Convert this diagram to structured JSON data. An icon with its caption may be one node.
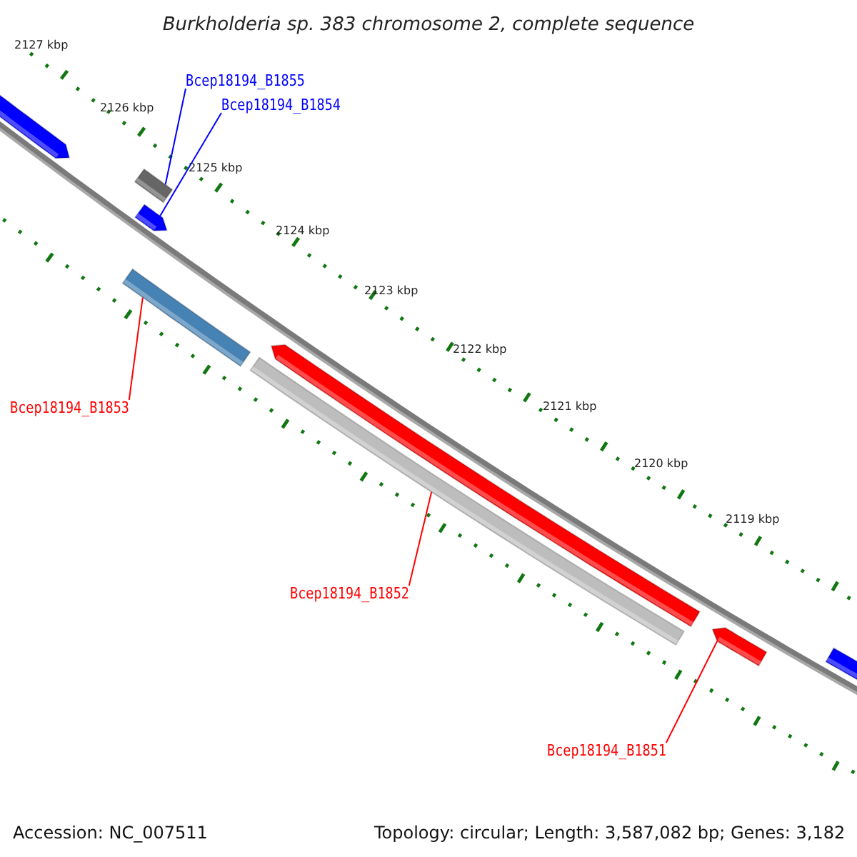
{
  "diagram": {
    "title": "Burkholderia sp. 383 chromosome 2, complete sequence",
    "nodes": [
      {
        "text": [
          "Bcep18194_B1855"
        ]
      },
      {
        "text": [
          "Bcep18194_B1854"
        ]
      },
      {
        "text": [
          "Bcep18194_B1853"
        ]
      },
      {
        "text": [
          "Bcep18194_B1852"
        ]
      },
      {
        "text": [
          "Bcep18194_B1851"
        ]
      },
      {
        "text": [],
        "shape": "bar"
      },
      {
        "text": [],
        "shape": "bar"
      },
      {
        "text": [],
        "shape": "bar"
      },
      {
        "text": [],
        "shape": "bar"
      },
      {
        "text": [],
        "shape": "bar"
      }
    ],
    "edges": [
      {
        "from": 0,
        "to": 5,
        "arrow": "none",
        "color": "#0000ff"
      },
      {
        "from": 1,
        "to": 6,
        "arrow": "none",
        "color": "#0000ff"
      },
      {
        "from": 2,
        "to": 7,
        "arrow": "none"
      },
      {
        "from": 3,
        "to": 8,
        "arrow": "none"
      },
      {
        "from": 4,
        "to": 9,
        "arrow": "none"
      }
    ],
    "labels": [
      "2127 kbp",
      "2126 kbp",
      "2125 kbp",
      "2124 kbp",
      "2123 kbp",
      "2122 kbp",
      "2121 kbp",
      "2120 kbp",
      "2119 kbp",
      "Accession: NC_007511",
      "Topology: circular; Length: 3,587,082 bp; Genes: 3,182"
    ]
  }
}
